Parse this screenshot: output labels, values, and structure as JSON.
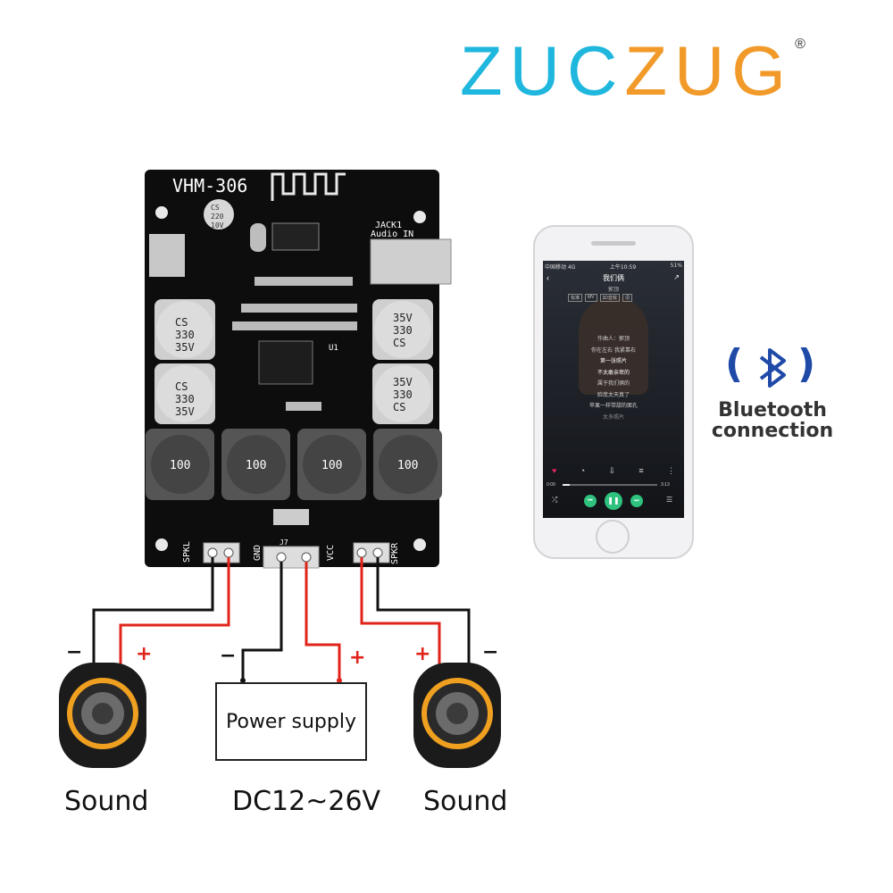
{
  "brand": {
    "part1": "ZUC",
    "part2": "ZUG",
    "registered": "®"
  },
  "board": {
    "model": "VHM-306",
    "jack_label": "JACK1",
    "jack_sub": "Audio IN",
    "cap_left": [
      "CS",
      "330",
      "35V"
    ],
    "cap_right": [
      "35V",
      "330",
      "CS"
    ],
    "cap_small": [
      "CS",
      "220",
      "10V"
    ],
    "inductor_text": "100",
    "pin_left": "SPKL",
    "pin_gnd": "GND",
    "pin_j7": "J7",
    "pin_vcc": "VCC",
    "pin_right": "SPKR",
    "chip_label": "U1"
  },
  "phone": {
    "status_left": "中国移动 4G",
    "status_time": "上午10:59",
    "status_right": "51%",
    "song_title": "我们俩",
    "artist": "郭顶",
    "tags": [
      "标准",
      "MV",
      "3D音效",
      "词"
    ],
    "lyrics": [
      "作曲人：郭顶",
      "你在左右 我紧靠右",
      "第一张照片",
      "不太敢亲密的",
      "属于我们俩的",
      "脸庞太天真了",
      "苹果一样带甜的面孔",
      "太多照片"
    ],
    "time_elapsed": "0:09",
    "time_total": "3:13"
  },
  "bluetooth": {
    "label_line1": "Bluetooth",
    "label_line2": "connection",
    "bracket_left": "(",
    "bracket_right": ")"
  },
  "power_supply": {
    "label": "Power supply",
    "voltage": "DC12~26V"
  },
  "speakers": {
    "left_label": "Sound",
    "right_label": "Sound"
  },
  "polarity": {
    "minus": "−",
    "plus": "+"
  },
  "colors": {
    "brand_blue": "#1fb7dd",
    "brand_orange": "#f19a2a",
    "wire_red": "#e0241b",
    "wire_black": "#111111",
    "pcb": "#0d0d0d",
    "speaker_ring": "#f0a020"
  }
}
